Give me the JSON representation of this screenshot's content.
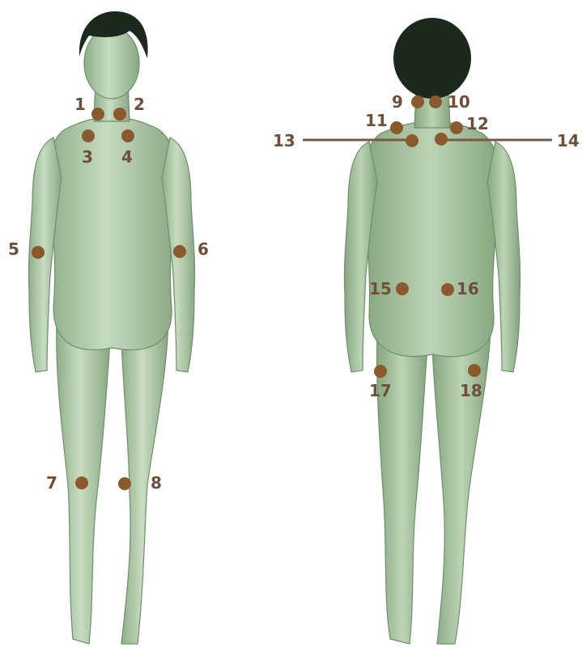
{
  "figure": {
    "views": [
      "front",
      "back"
    ],
    "colors": {
      "point": "#8a5a2e",
      "label": "#6e4f3a",
      "skin": "#a8c3a0",
      "hair": "#1c2a1e",
      "line": "#7a5a44"
    }
  },
  "points": [
    {
      "id": "p1",
      "label": "1"
    },
    {
      "id": "p2",
      "label": "2"
    },
    {
      "id": "p3",
      "label": "3"
    },
    {
      "id": "p4",
      "label": "4"
    },
    {
      "id": "p5",
      "label": "5"
    },
    {
      "id": "p6",
      "label": "6"
    },
    {
      "id": "p7",
      "label": "7"
    },
    {
      "id": "p8",
      "label": "8"
    },
    {
      "id": "p9",
      "label": "9"
    },
    {
      "id": "p10",
      "label": "10"
    },
    {
      "id": "p11",
      "label": "11"
    },
    {
      "id": "p12",
      "label": "12"
    },
    {
      "id": "p13",
      "label": "13"
    },
    {
      "id": "p14",
      "label": "14"
    },
    {
      "id": "p15",
      "label": "15"
    },
    {
      "id": "p16",
      "label": "16"
    },
    {
      "id": "p17",
      "label": "17"
    },
    {
      "id": "p18",
      "label": "18"
    }
  ]
}
